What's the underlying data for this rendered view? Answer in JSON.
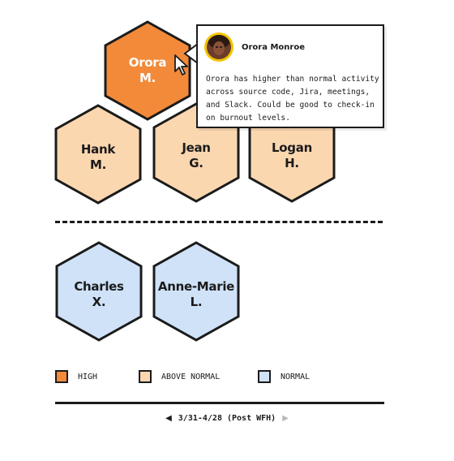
{
  "colors": {
    "high": "#f28a3a",
    "above_normal": "#fbd7b0",
    "normal": "#cfe2f8",
    "stroke": "#1b1b1b"
  },
  "people": {
    "orora": {
      "line1": "Orora",
      "line2": "M.",
      "level": "high"
    },
    "hank": {
      "line1": "Hank",
      "line2": "M.",
      "level": "above_normal"
    },
    "jean": {
      "line1": "Jean",
      "line2": "G.",
      "level": "above_normal"
    },
    "logan": {
      "line1": "Logan",
      "line2": "H.",
      "level": "above_normal"
    },
    "charles": {
      "line1": "Charles",
      "line2": "X.",
      "level": "normal"
    },
    "anne_marie": {
      "line1": "Anne-Marie",
      "line2": "L.",
      "level": "normal"
    }
  },
  "tooltip": {
    "name": "Orora Monroe",
    "avatar_icon": "person-avatar",
    "body": "Orora has higher than normal activity across source code, Jira, meetings, and Slack. Could be good to check-in on burnout levels."
  },
  "legend": {
    "high": "HIGH",
    "above_normal": "ABOVE NORMAL",
    "normal": "NORMAL"
  },
  "period": {
    "label": "3/31-4/28 (Post WFH)",
    "prev_icon": "triangle-left-icon",
    "next_icon": "triangle-right-icon"
  }
}
